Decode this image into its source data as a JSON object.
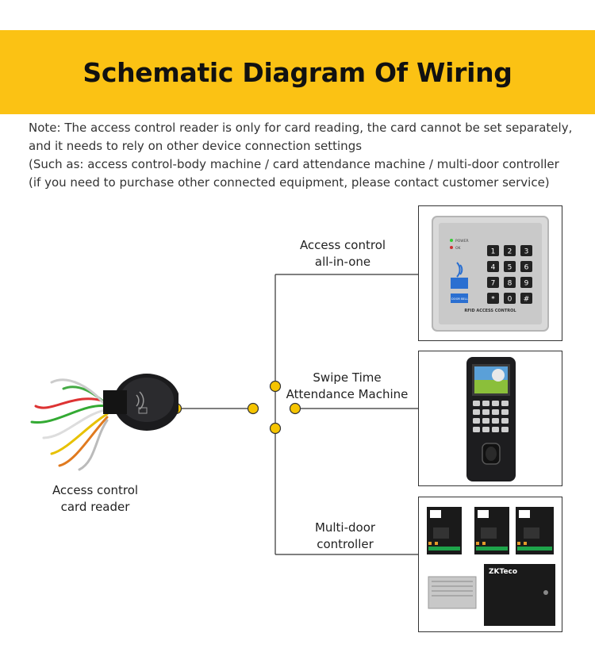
{
  "header": {
    "title": "Schematic Diagram Of Wiring"
  },
  "note": [
    "Note: The access control reader is only for card reading, the card cannot be set separately,",
    "and it needs to rely on other device connection settings",
    "(Such as: access control-body machine / card attendance machine / multi-door controller",
    "(if you need to purchase other connected equipment, please contact customer service)"
  ],
  "reader": {
    "label_lines": [
      "Access control",
      "card reader"
    ]
  },
  "devices": [
    {
      "label_lines": [
        "Access control",
        "all-in-one"
      ],
      "icon": "keypad-icon",
      "panel_text": {
        "power": "POWER",
        "ok": "OK",
        "doorbell": "DOOR BELL",
        "footer": "RFID ACCESS CONTROL"
      },
      "keys": [
        "1",
        "2",
        "3",
        "4",
        "5",
        "6",
        "7",
        "8",
        "9",
        "*",
        "0",
        "#"
      ]
    },
    {
      "label_lines": [
        "Swipe Time",
        "Attendance Machine"
      ],
      "icon": "fingerprint-terminal-icon"
    },
    {
      "label_lines": [
        "Multi-door",
        "controller"
      ],
      "icon": "controller-board-icon",
      "brand": "ZKTeco"
    }
  ],
  "colors": {
    "banner": "#fbc214",
    "dot": "#f5c400",
    "line": "#333333"
  }
}
